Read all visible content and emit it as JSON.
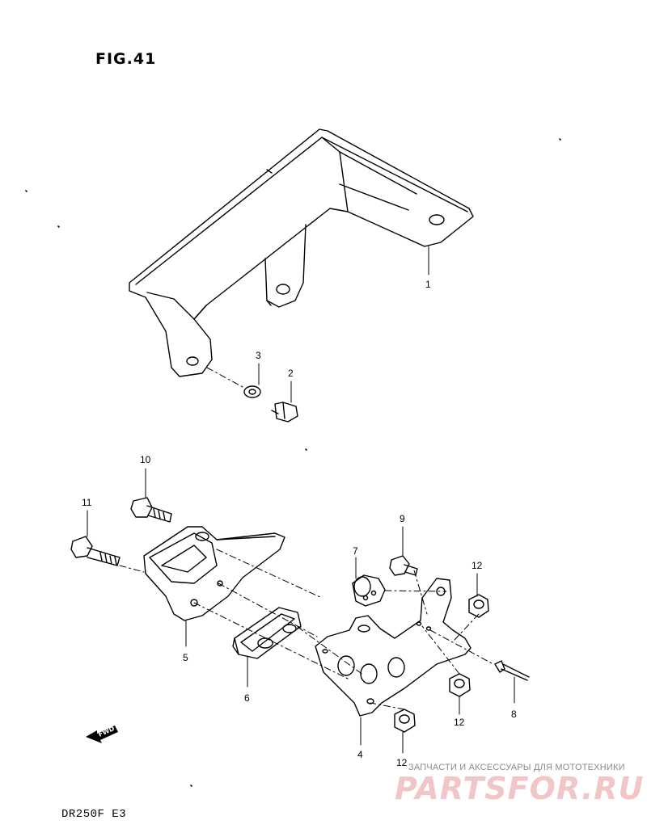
{
  "figure": {
    "title": "FIG.41",
    "model": "DR250F  E3"
  },
  "callouts": {
    "c1": "1",
    "c2": "2",
    "c3": "3",
    "c4": "4",
    "c5": "5",
    "c6": "6",
    "c7": "7",
    "c8": "8",
    "c9": "9",
    "c10": "10",
    "c11": "11",
    "c12a": "12",
    "c12b": "12",
    "c12c": "12"
  },
  "fwd_arrow": {
    "label": "FWD"
  },
  "watermark": {
    "tagline": "ЗАПЧАСТИ И АКСЕССУАРЫ ДЛЯ МОТОТЕХНИКИ",
    "logo": "PARTSFOR.RU",
    "color": "#f2c6c6"
  },
  "colors": {
    "line": "#000000",
    "background": "#ffffff"
  }
}
